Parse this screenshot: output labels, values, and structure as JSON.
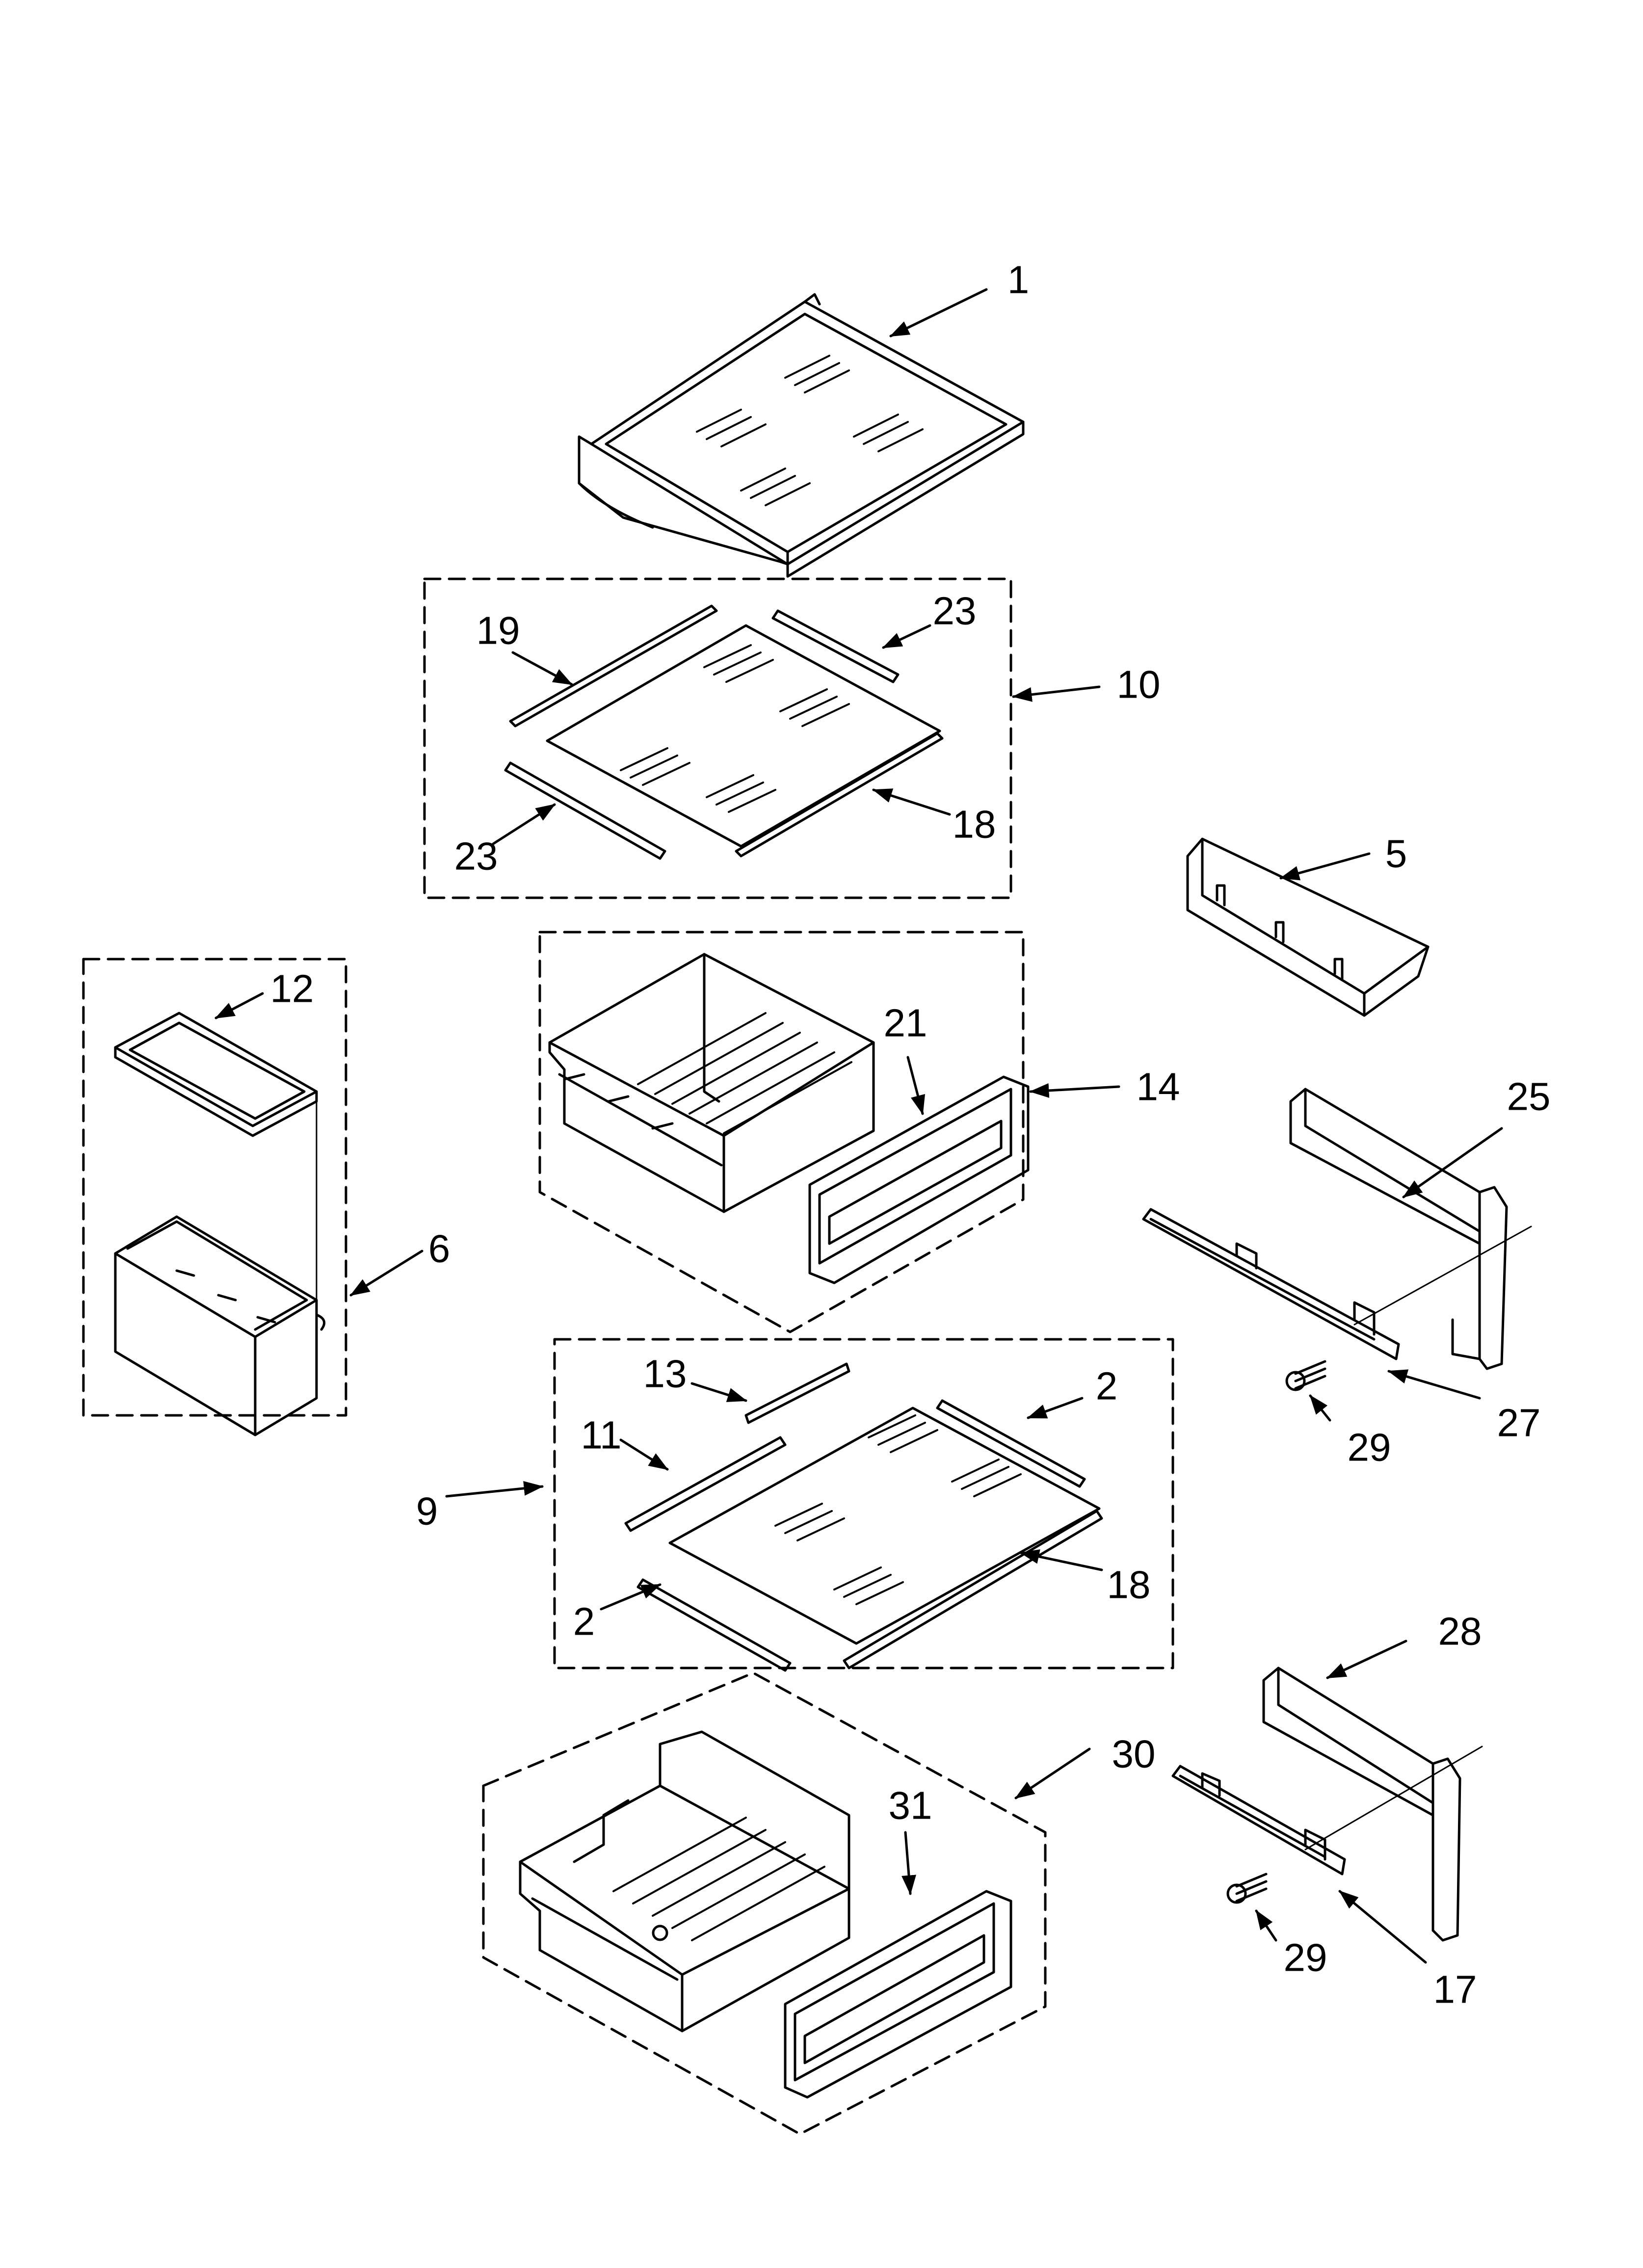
{
  "diagram": {
    "parts": [
      {
        "id": "p1",
        "label": "1"
      },
      {
        "id": "p19",
        "label": "19"
      },
      {
        "id": "p23a",
        "label": "23"
      },
      {
        "id": "p10",
        "label": "10"
      },
      {
        "id": "p23b",
        "label": "23"
      },
      {
        "id": "p18a",
        "label": "18"
      },
      {
        "id": "p5",
        "label": "5"
      },
      {
        "id": "p12",
        "label": "12"
      },
      {
        "id": "p21",
        "label": "21"
      },
      {
        "id": "p14",
        "label": "14"
      },
      {
        "id": "p25",
        "label": "25"
      },
      {
        "id": "p6",
        "label": "6"
      },
      {
        "id": "p13",
        "label": "13"
      },
      {
        "id": "p2a",
        "label": "2"
      },
      {
        "id": "p11",
        "label": "11"
      },
      {
        "id": "p29a",
        "label": "29"
      },
      {
        "id": "p27",
        "label": "27"
      },
      {
        "id": "p9",
        "label": "9"
      },
      {
        "id": "p18b",
        "label": "18"
      },
      {
        "id": "p2b",
        "label": "2"
      },
      {
        "id": "p28",
        "label": "28"
      },
      {
        "id": "p30",
        "label": "30"
      },
      {
        "id": "p31",
        "label": "31"
      },
      {
        "id": "p29b",
        "label": "29"
      },
      {
        "id": "p17",
        "label": "17"
      }
    ]
  }
}
